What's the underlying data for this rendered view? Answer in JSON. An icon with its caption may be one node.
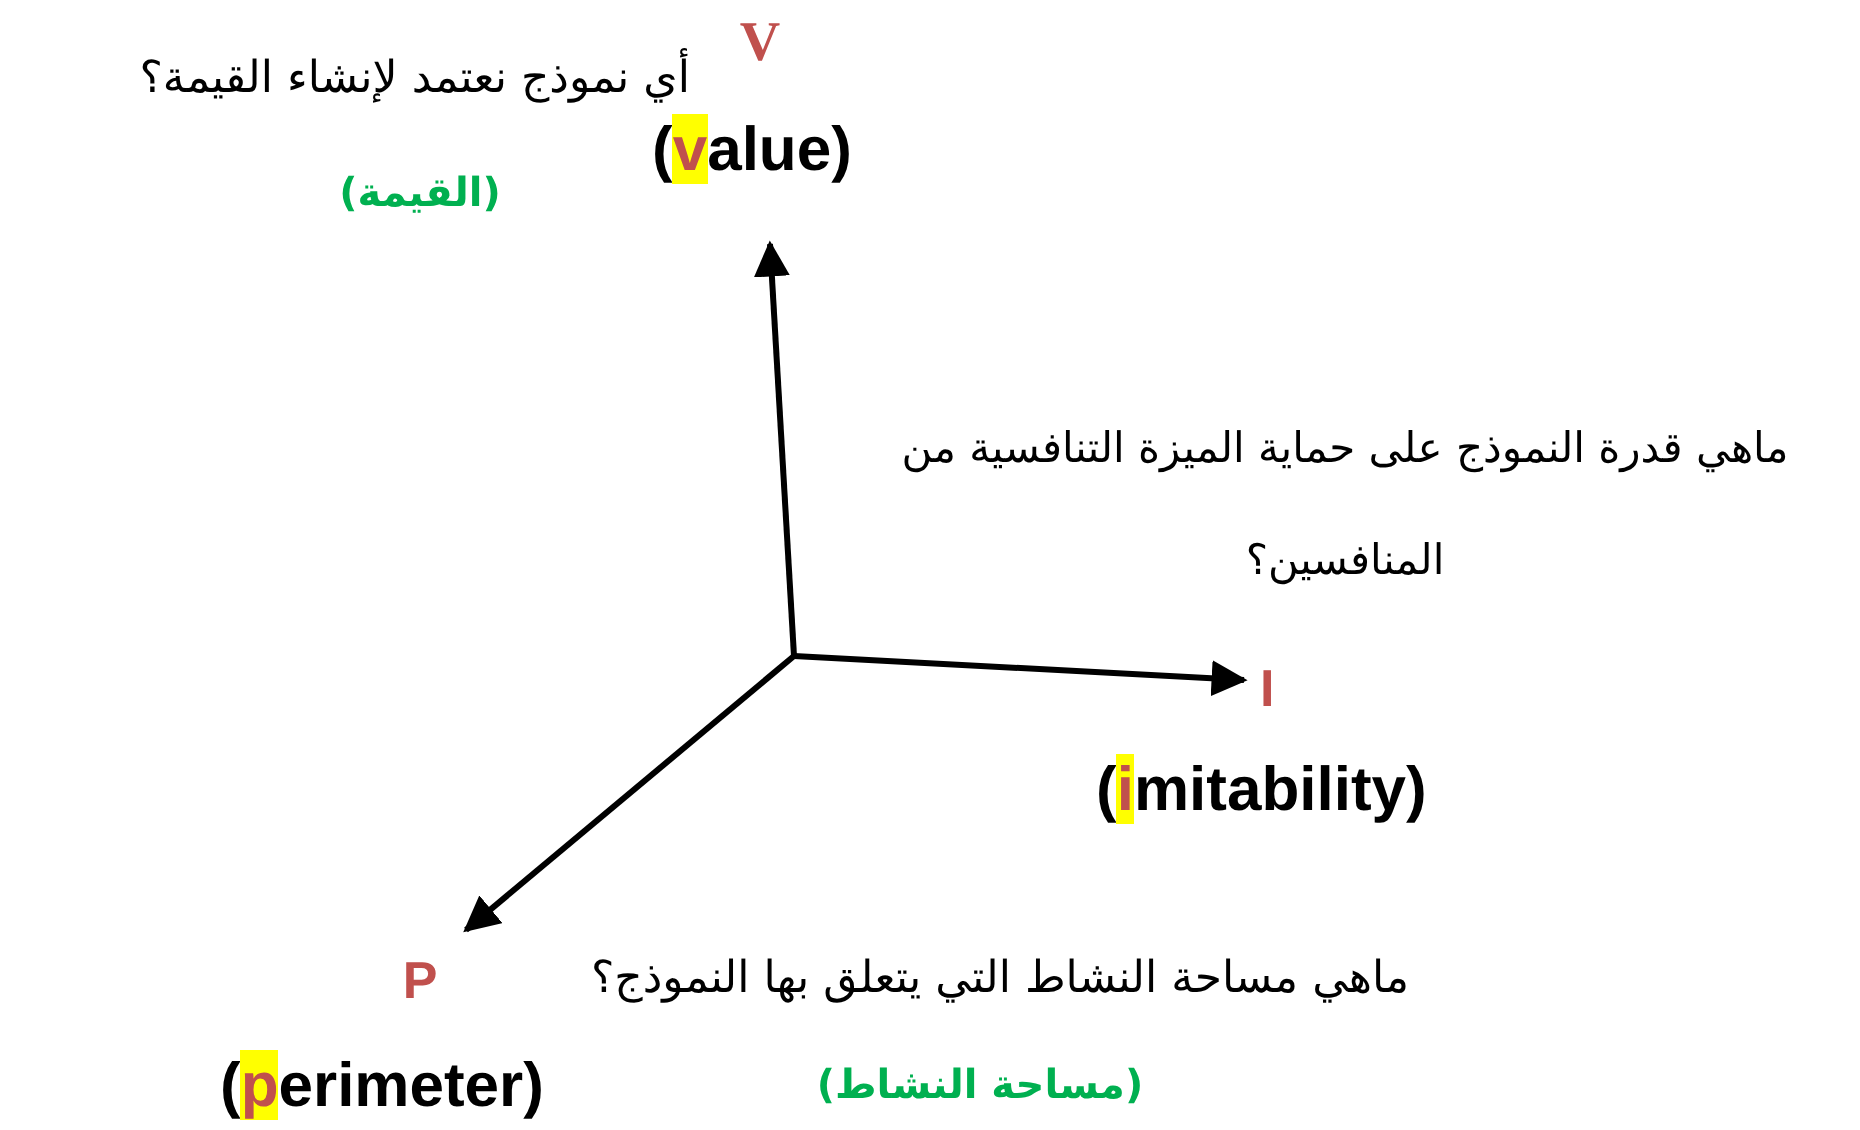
{
  "diagram": {
    "labels": [
      "V",
      "أي نموذج نعتمد لإنشاء القيمة؟",
      "(value)",
      "(القيمة)",
      "ماهي قدرة النموذج على حماية الميزة التنافسية من المنافسين؟",
      "I",
      "(imitability)",
      "P",
      "ماهي مساحة النشاط التي يتعلق بها النموذج؟",
      "(perimeter)",
      "(مساحة النشاط)"
    ]
  }
}
